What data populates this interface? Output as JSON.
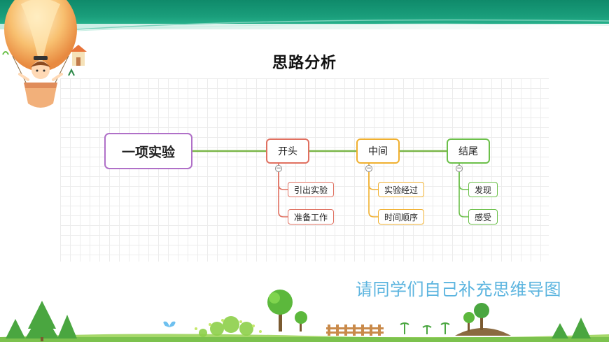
{
  "title": "思路分析",
  "mindmap": {
    "root": "一项实验",
    "branches": [
      {
        "label": "开头",
        "color": "#e07060",
        "children": [
          "引出实验",
          "准备工作"
        ]
      },
      {
        "label": "中间",
        "color": "#f0b030",
        "children": [
          "实验经过",
          "时间顺序"
        ]
      },
      {
        "label": "结尾",
        "color": "#6cc04a",
        "children": [
          "发现",
          "感受"
        ]
      }
    ],
    "collapse_symbol": "−"
  },
  "caption": "请同学们自己补充思维导图",
  "colors": {
    "header": "#0f8a6a",
    "root_border": "#b070c8",
    "connector": "#7ab648",
    "caption": "#5bb4df"
  },
  "icons": [
    "hot-air-balloon-icon",
    "tree-icon",
    "fence-icon",
    "butterfly-icon"
  ]
}
